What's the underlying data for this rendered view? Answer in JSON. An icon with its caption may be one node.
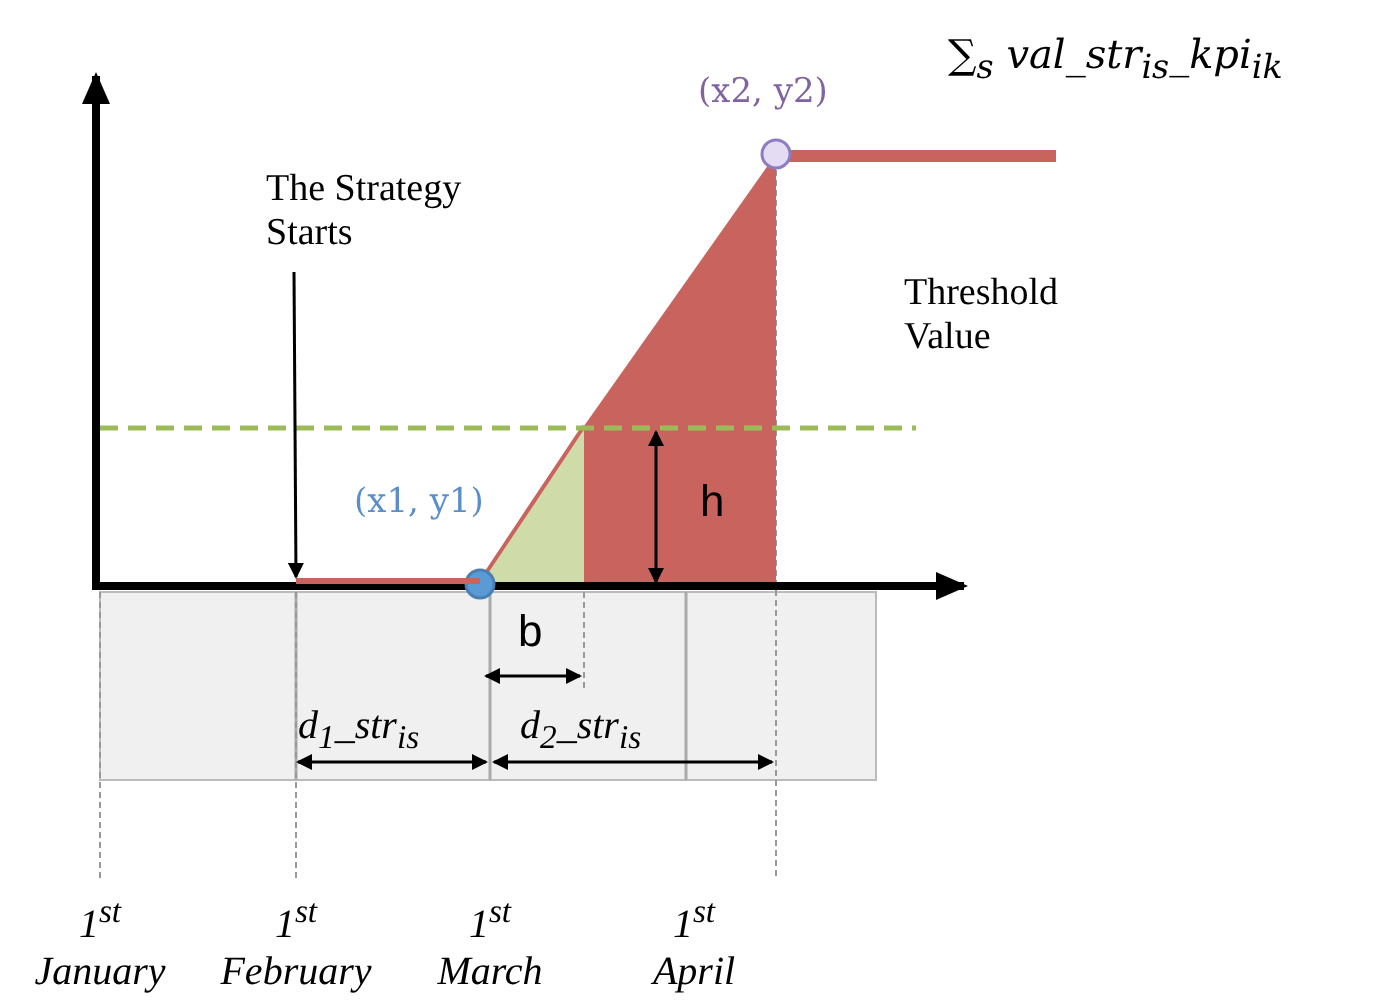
{
  "diagram": {
    "nodes": [
      {
        "text": [
          "The Strategy Starts"
        ]
      },
      {
        "text": [],
        "shape": "circle",
        "beside": [
          "(x1, y1)"
        ]
      },
      {
        "text": [],
        "shape": "circle",
        "beside": [
          "(x2, y2)"
        ]
      },
      {
        "text": [],
        "shape": "bar"
      }
    ],
    "edges": [
      {
        "from": 0,
        "to": 3,
        "arrow": "to"
      }
    ],
    "labels": [
      "∑$_{s}$ val_str$_{is}$_kpi$_{ik}$",
      "Threshold Value",
      "h",
      "b",
      "d$_{1}$_str$_{is}$",
      "d$_{2}$_str$_{is}$",
      "1$^{st}$ January",
      "1$^{st}$ February",
      "1$^{st}$ March",
      "1$^{st}$ April"
    ]
  }
}
